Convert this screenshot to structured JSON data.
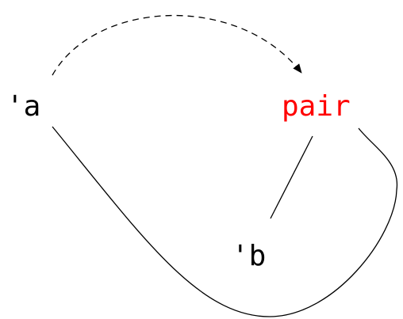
{
  "diagram": {
    "nodes": [
      {
        "id": "a",
        "label": "'a",
        "color": "#000000"
      },
      {
        "id": "pair",
        "label": "pair",
        "color": "#ff0000"
      },
      {
        "id": "b",
        "label": "'b",
        "color": "#000000"
      }
    ],
    "edges": [
      {
        "id": "a-to-pair",
        "from": "a",
        "to": "pair",
        "style": "dashed",
        "arrow": true
      },
      {
        "id": "pair-to-b",
        "from": "pair",
        "to": "b",
        "style": "solid",
        "arrow": false
      },
      {
        "id": "a-to-pair-loop",
        "from": "a",
        "to": "pair",
        "style": "solid",
        "arrow": false
      }
    ],
    "stroke_color": "#000000",
    "background": "#ffffff"
  }
}
